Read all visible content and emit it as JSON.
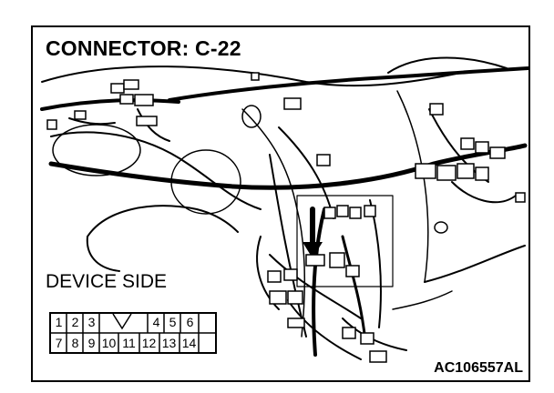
{
  "title": "CONNECTOR: C-22",
  "device_label": "DEVICE SIDE",
  "figure_code": "AC106557AL",
  "connector": {
    "top_row": [
      "1",
      "2",
      "3",
      "4",
      "5",
      "6"
    ],
    "bottom_row": [
      "7",
      "8",
      "9",
      "10",
      "11",
      "12",
      "13",
      "14"
    ]
  }
}
